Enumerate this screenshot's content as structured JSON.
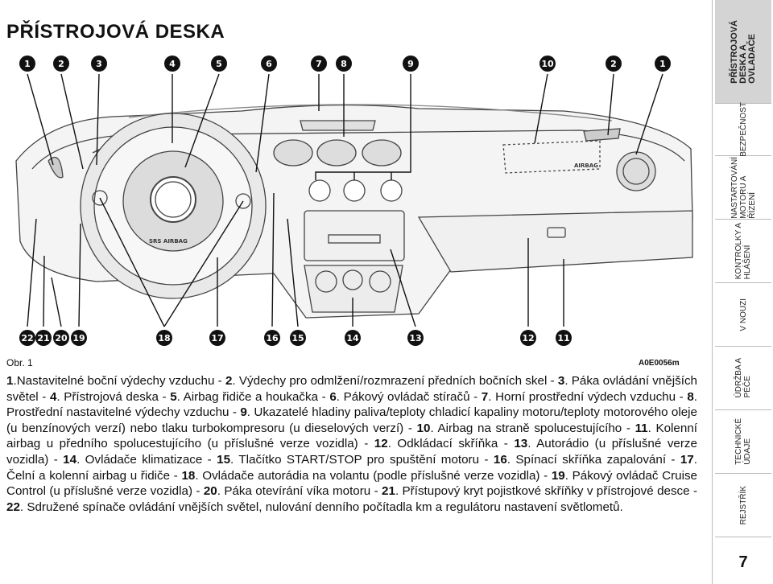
{
  "page": {
    "title": "PŘÍSTROJOVÁ DESKA",
    "page_number": "7"
  },
  "figure": {
    "label": "Obr. 1",
    "code": "A0E0056m",
    "callouts_top": [
      "1",
      "2",
      "3",
      "4",
      "5",
      "6",
      "7",
      "8",
      "9",
      "10",
      "2",
      "1"
    ],
    "callouts_bottom": [
      "22",
      "21",
      "20",
      "19",
      "18",
      "17",
      "16",
      "15",
      "14",
      "13",
      "12",
      "11"
    ],
    "text_on_image": [
      "SRS AIRBAG",
      "AIRBAG"
    ]
  },
  "legend": [
    {
      "num": "1",
      "text": "Nastavitelné boční výdechy vzduchu"
    },
    {
      "num": "2",
      "text": "Výdechy pro odmlžení/rozmrazení předních bočních skel"
    },
    {
      "num": "3",
      "text": "Páka ovládání vnějších světel"
    },
    {
      "num": "4",
      "text": "Přístrojová deska"
    },
    {
      "num": "5",
      "text": "Airbag řidiče a houkačka"
    },
    {
      "num": "6",
      "text": "Pákový ovládač stíračů"
    },
    {
      "num": "7",
      "text": "Horní prostřední výdech vzduchu"
    },
    {
      "num": "8",
      "text": "Prostřední nastavitelné výdechy vzduchu"
    },
    {
      "num": "9",
      "text": "Ukazatelé hladiny paliva/teploty chladicí kapaliny motoru/teploty motorového oleje (u benzínových verzí) nebo tlaku turbokompresoru (u dieselových verzí)"
    },
    {
      "num": "10",
      "text": "Airbag na straně spolucestujícího"
    },
    {
      "num": "11",
      "text": "Kolenní airbag u předního spolucestujícího (u příslušné verze vozidla)"
    },
    {
      "num": "12",
      "text": "Odkládací skříňka"
    },
    {
      "num": "13",
      "text": "Autorádio (u příslušné verze vozidla)"
    },
    {
      "num": "14",
      "text": "Ovládače klimatizace"
    },
    {
      "num": "15",
      "text": "Tlačítko START/STOP pro spuštění motoru"
    },
    {
      "num": "16",
      "text": "Spínací skříňka zapalování"
    },
    {
      "num": "17",
      "text": "Čelní a kolenní airbag u řidiče"
    },
    {
      "num": "18",
      "text": "Ovládače autorádia na volantu (podle příslušné verze vozidla)"
    },
    {
      "num": "19",
      "text": "Pákový ovládač Cruise Control (u příslušné verze vozidla)"
    },
    {
      "num": "20",
      "text": "Páka otevírání víka motoru"
    },
    {
      "num": "21",
      "text": "Přístupový kryt pojistkové skříňky v přístrojové desce"
    },
    {
      "num": "22",
      "text": "Sdružené spínače ovládání vnějších světel, nulování denního počítadla km a regulátoru nastavení světlometů."
    }
  ],
  "sidebar": {
    "tabs": [
      {
        "label": "PŘÍSTROJOVÁ\nDESKA A\nOVLADAČE",
        "active": true
      },
      {
        "label": "BEZPEČNOST",
        "active": false
      },
      {
        "label": "NASTARTOVÁNÍ\nMOTORU A\nŘÍZENÍ",
        "active": false
      },
      {
        "label": "KONTROLKY A\nHLÁŠENÍ",
        "active": false
      },
      {
        "label": "V NOUZI",
        "active": false
      },
      {
        "label": "ÚDRŽBA A\nPÉČE",
        "active": false
      },
      {
        "label": "TECHNICKÉ\nÚDAJE",
        "active": false
      },
      {
        "label": "REJSTŘÍK",
        "active": false
      }
    ]
  }
}
